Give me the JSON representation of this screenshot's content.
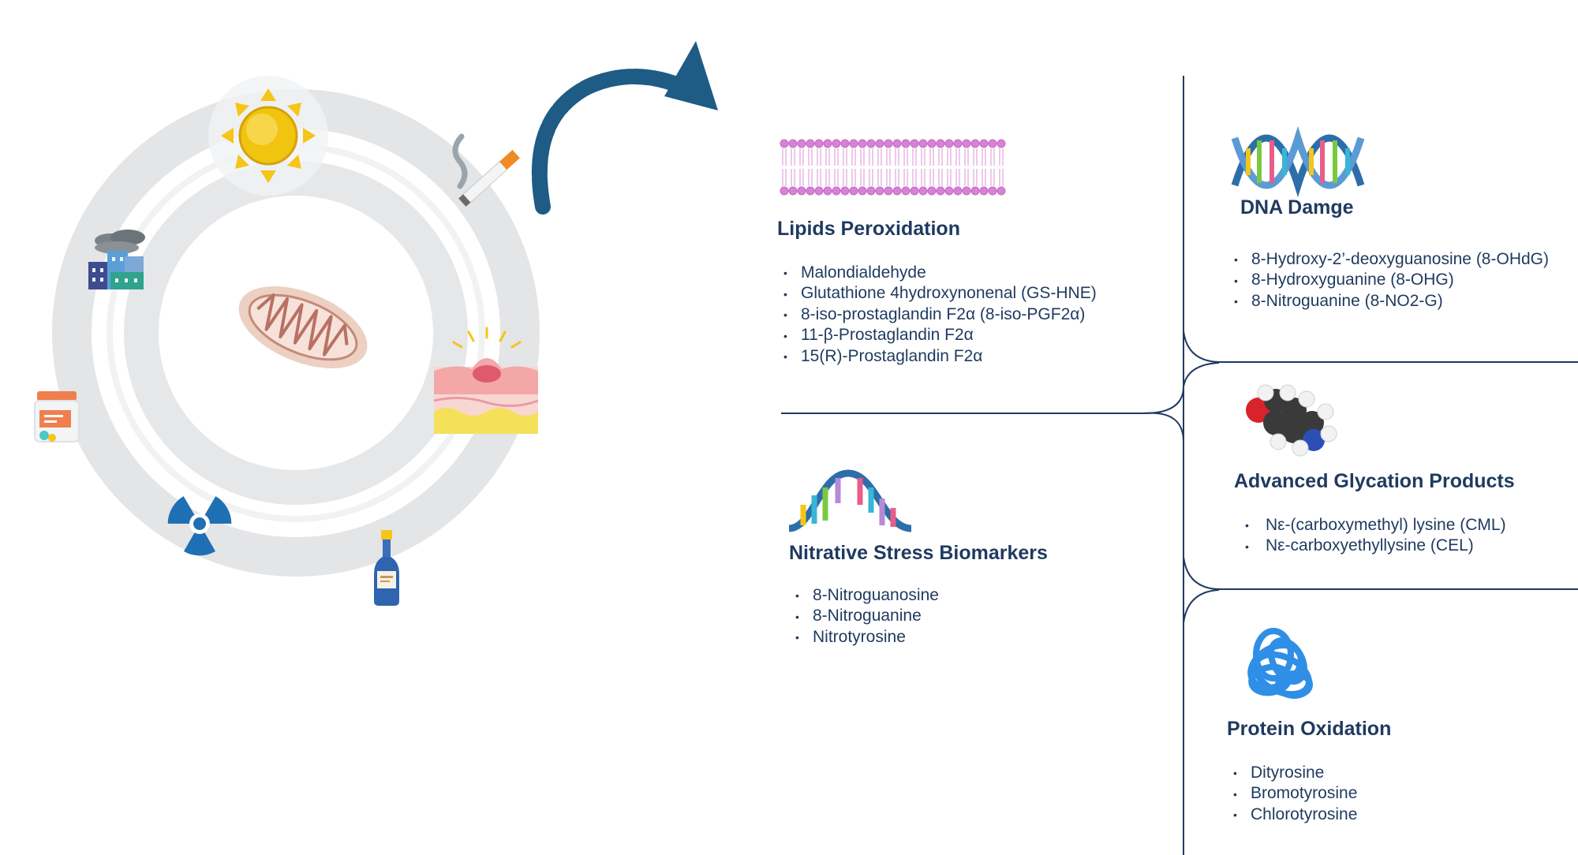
{
  "sections": {
    "lipids": {
      "title": "Lipids Peroxidation",
      "items": [
        "Malondialdehyde",
        "Glutathione 4hydroxynonenal (GS-HNE)",
        "8-iso-prostaglandin F2α (8-iso-PGF2α)",
        "11-β-Prostaglandin F2α",
        "15(R)-Prostaglandin F2α"
      ]
    },
    "dna": {
      "title": "DNA Damge",
      "items": [
        "8-Hydroxy-2’-deoxyguanosine (8-OHdG)",
        "8-Hydroxyguanine (8-OHG)",
        "8-Nitroguanine (8-NO2-G)"
      ]
    },
    "age": {
      "title": "Advanced Glycation Products",
      "items": [
        "Nε-(carboxymethyl) lysine (CML)",
        "Nε-carboxyethyllysine (CEL)"
      ]
    },
    "nitrative": {
      "title": "Nitrative Stress Biomarkers",
      "items": [
        "8-Nitroguanosine",
        "8-Nitroguanine",
        "Nitrotyrosine"
      ]
    },
    "protein": {
      "title": "Protein Oxidation",
      "items": [
        "Dityrosine",
        "Bromotyrosine",
        "Chlorotyrosine"
      ]
    }
  },
  "icons": {
    "sources": [
      "sun-icon",
      "cigarette-icon",
      "factory-icon",
      "inflamed-skin-icon",
      "medicine-jar-icon",
      "radiation-icon",
      "alcohol-bottle-icon"
    ],
    "center": "mitochondrion-icon",
    "biomarkers": [
      "lipid-bilayer-icon",
      "dna-helix-icon",
      "molecule-icon",
      "rna-strand-icon",
      "protein-coil-icon"
    ]
  },
  "colors": {
    "text": "#1f3a5f",
    "arrow": "#1e5b85",
    "bracket": "#1f3a5f",
    "ring": "#e3e4e6"
  }
}
